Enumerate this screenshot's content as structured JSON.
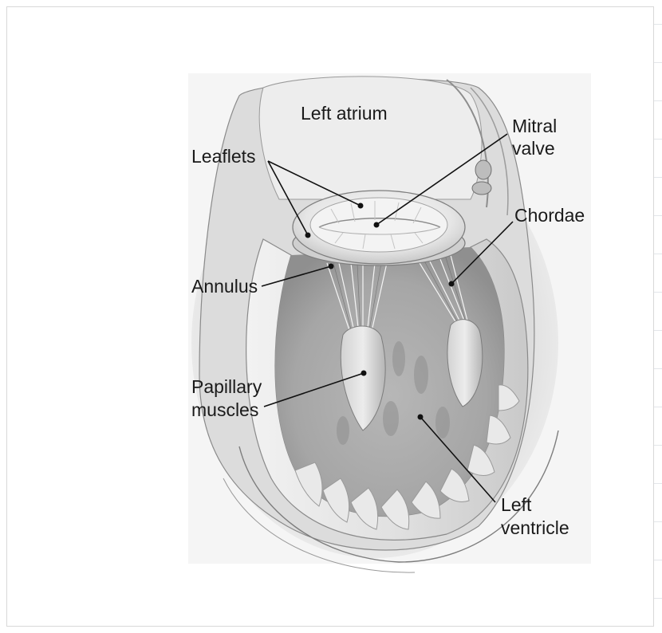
{
  "diagram": {
    "labels": {
      "left_atrium": "Left atrium",
      "mitral_valve_line1": "Mitral",
      "mitral_valve_line2": "valve",
      "leaflets": "Leaflets",
      "chordae": "Chordae",
      "annulus": "Annulus",
      "papillary_line1": "Papillary",
      "papillary_line2": "muscles",
      "left_ventricle_line1": "Left",
      "left_ventricle_line2": "ventricle"
    }
  }
}
